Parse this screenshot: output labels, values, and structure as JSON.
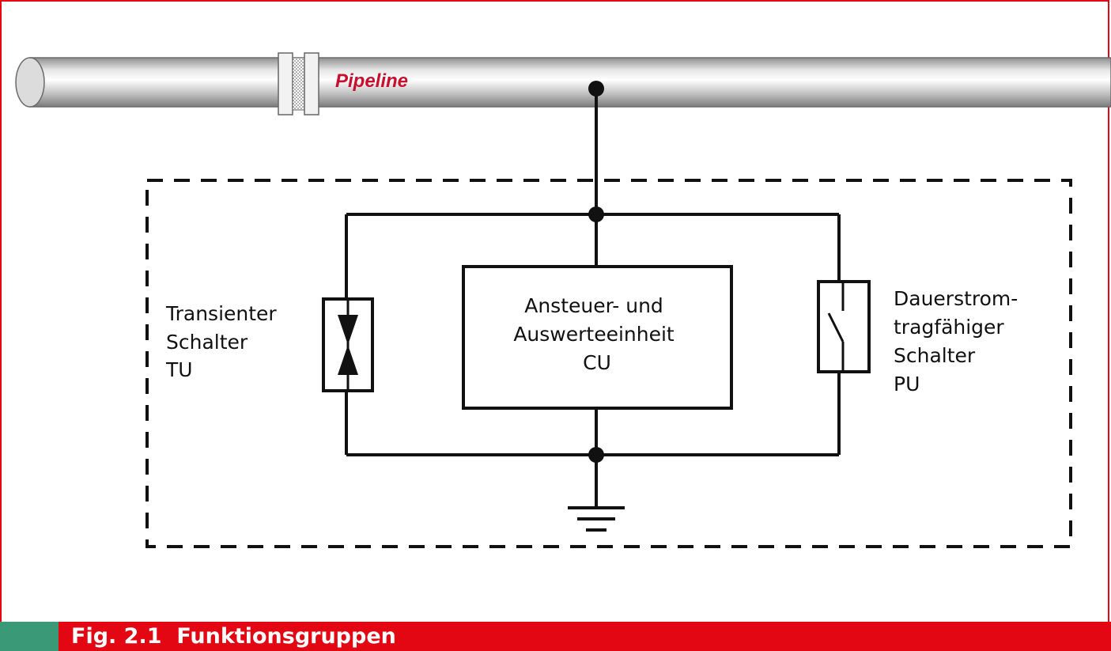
{
  "colors": {
    "frame": "#e30613",
    "caption_bar": "#e30613",
    "caption_tab": "#3a9a78",
    "pipeline_label": "#c8102e",
    "line": "#111111"
  },
  "pipeline": {
    "label": "Pipeline"
  },
  "components": {
    "transient_switch": {
      "lines": [
        "Transienter",
        "Schalter",
        "TU"
      ]
    },
    "control_unit": {
      "lines": [
        "Ansteuer- und",
        "Auswerteeinheit",
        "CU"
      ]
    },
    "permanent_switch": {
      "lines": [
        "Dauerstrom-",
        "tragfähiger",
        "Schalter",
        "PU"
      ]
    }
  },
  "caption": {
    "text": "Fig. 2.1  Funktionsgruppen"
  }
}
